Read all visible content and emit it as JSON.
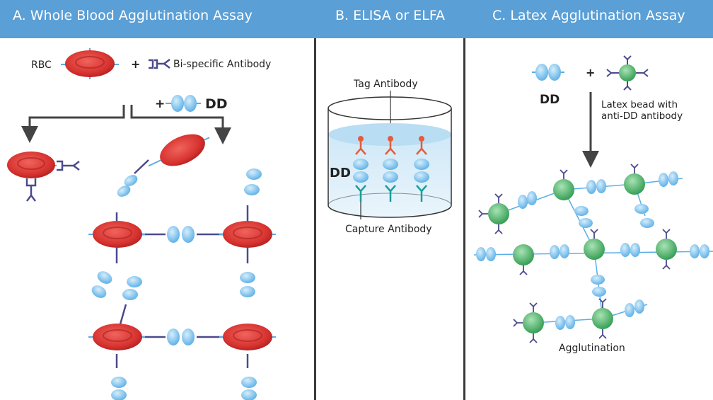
{
  "colors": {
    "header": "#5a9fd6",
    "rbc": "#d7322f",
    "dd": "#7ec3ee",
    "bead": "#3fae5f",
    "antibody": "#4b4a8c",
    "tag": "#e35d3b",
    "capture": "#1a9e9a"
  },
  "panels": {
    "a": {
      "title": "A. Whole Blood Agglutination Assay",
      "rbc_label": "RBC",
      "plus": "+",
      "antibody_label": "Bi-specific Antibody",
      "plus_dd": "+",
      "dd_label": "DD"
    },
    "b": {
      "title": "B. ELISA or ELFA",
      "tag_label": "Tag Antibody",
      "dd_label": "DD",
      "capture_label": "Capture Antibody"
    },
    "c": {
      "title": "C. Latex Agglutination Assay",
      "dd_label": "DD",
      "plus": "+",
      "bead_label_line1": "Latex bead with",
      "bead_label_line2": "anti-DD antibody",
      "result_label": "Agglutination"
    }
  }
}
